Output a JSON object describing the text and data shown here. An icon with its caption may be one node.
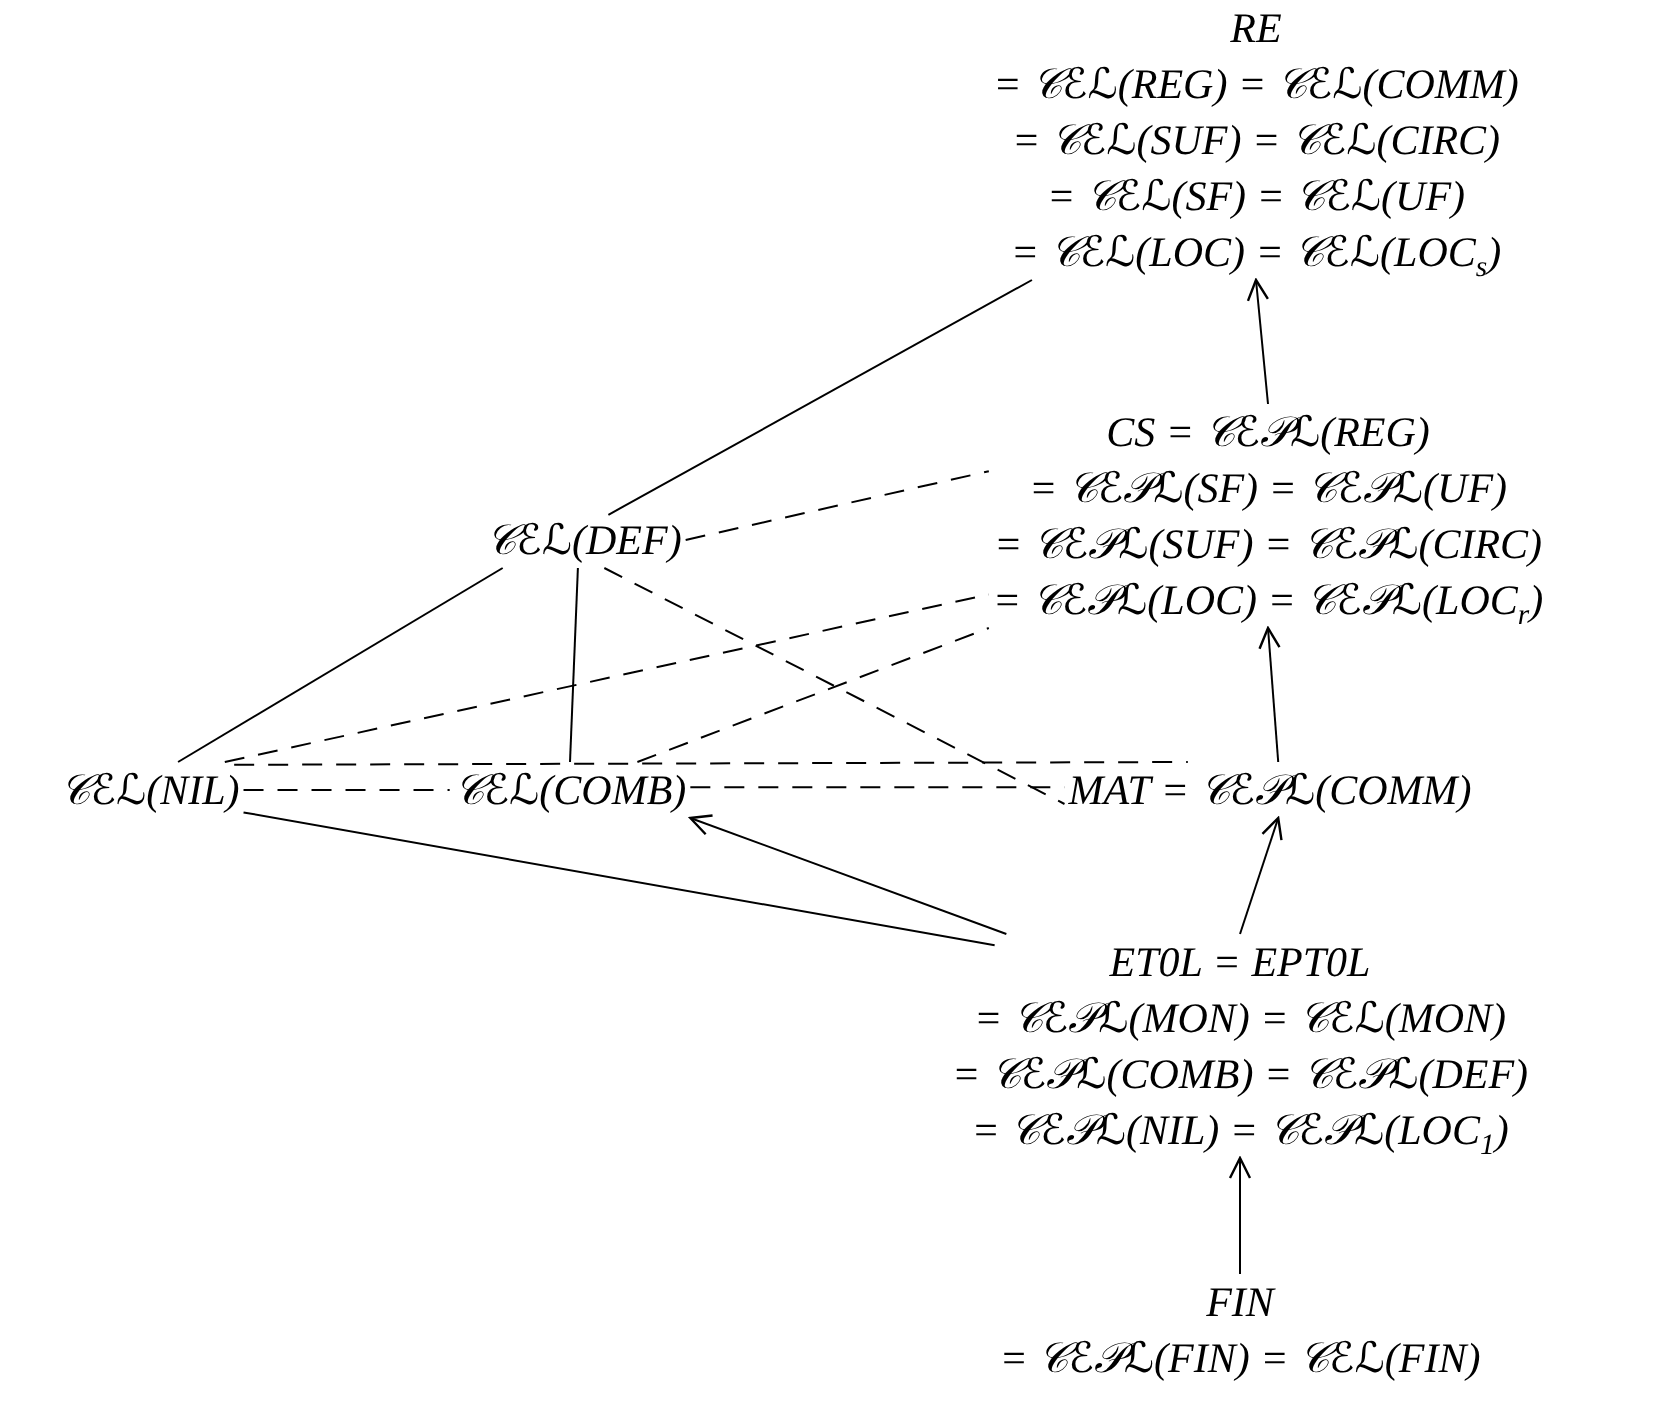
{
  "diagram": {
    "nodes": [
      {
        "text": [
          "RE",
          "= 𝒞ℰℒ(REG) = 𝒞ℰℒ(COMM)",
          "= 𝒞ℰℒ(SUF) = 𝒞ℰℒ(CIRC)",
          "= 𝒞ℰℒ(SF) = 𝒞ℰℒ(UF)",
          "= 𝒞ℰℒ(LOC) = 𝒞ℰℒ(LOC$_{s}$)"
        ]
      },
      {
        "text": [
          "CS = 𝒞ℰ𝒫ℒ(REG)",
          "= 𝒞ℰ𝒫ℒ(SF) = 𝒞ℰ𝒫ℒ(UF)",
          "= 𝒞ℰ𝒫ℒ(SUF) = 𝒞ℰ𝒫ℒ(CIRC)",
          "= 𝒞ℰ𝒫ℒ(LOC) = 𝒞ℰ𝒫ℒ(LOC$_{r}$)"
        ]
      },
      {
        "text": [
          "𝒞ℰℒ(DEF)"
        ]
      },
      {
        "text": [
          "𝒞ℰℒ(NIL)"
        ]
      },
      {
        "text": [
          "𝒞ℰℒ(COMB)"
        ]
      },
      {
        "text": [
          "MAT = 𝒞ℰ𝒫ℒ(COMM)"
        ]
      },
      {
        "text": [
          "ET0L = EPT0L",
          "= 𝒞ℰ𝒫ℒ(MON) = 𝒞ℰℒ(MON)",
          "= 𝒞ℰ𝒫ℒ(COMB) = 𝒞ℰ𝒫ℒ(DEF)",
          "= 𝒞ℰ𝒫ℒ(NIL) = 𝒞ℰ𝒫ℒ(LOC$_{1}$)"
        ]
      },
      {
        "text": [
          "FIN",
          "= 𝒞ℰ𝒫ℒ(FIN) = 𝒞ℰℒ(FIN)"
        ]
      }
    ],
    "edges": [
      {
        "from": 1,
        "to": 0,
        "arrow": "to"
      },
      {
        "from": 5,
        "to": 1,
        "arrow": "to"
      },
      {
        "from": 6,
        "to": 5,
        "arrow": "to"
      },
      {
        "from": 7,
        "to": 6,
        "arrow": "to"
      },
      {
        "from": 2,
        "to": 0,
        "arrow": "none"
      },
      {
        "from": 2,
        "to": 3,
        "arrow": "none"
      },
      {
        "from": 2,
        "to": 4,
        "arrow": "none"
      },
      {
        "from": 2,
        "to": 1,
        "arrow": "none",
        "style": "dashed"
      },
      {
        "from": 2,
        "to": 5,
        "arrow": "none",
        "style": "dashed"
      },
      {
        "from": 3,
        "to": 4,
        "arrow": "none",
        "style": "dashed"
      },
      {
        "from": 4,
        "to": 5,
        "arrow": "none",
        "style": "dashed"
      },
      {
        "from": 3,
        "to": 1,
        "arrow": "none",
        "style": "dashed"
      },
      {
        "from": 3,
        "to": 5,
        "arrow": "none",
        "style": "dashed"
      },
      {
        "from": 4,
        "to": 1,
        "arrow": "none",
        "style": "dashed"
      },
      {
        "from": 6,
        "to": 4,
        "arrow": "to"
      },
      {
        "from": 3,
        "to": 6,
        "arrow": "none"
      }
    ]
  }
}
